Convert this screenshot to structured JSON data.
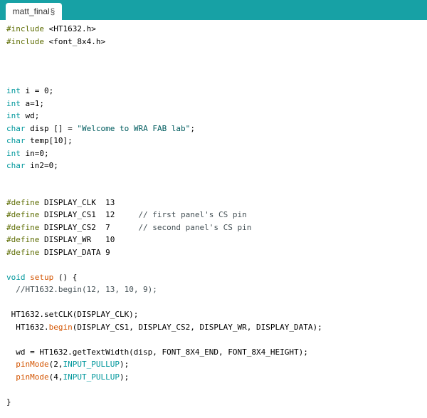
{
  "tab": {
    "name": "matt_final",
    "modified_marker": "§"
  },
  "code": {
    "l1": [
      "#include",
      " <HT1632.h>"
    ],
    "l2": [
      "#include",
      " <font_8x4.h>"
    ],
    "l3": [
      "int",
      " i = 0;"
    ],
    "l4": [
      "int",
      " a=1;"
    ],
    "l5": [
      "int",
      " wd;"
    ],
    "l6": [
      "char",
      " disp [] = ",
      "\"Welcome to WRA FAB lab\"",
      ";"
    ],
    "l7": [
      "char",
      " temp[10];"
    ],
    "l8": [
      "int",
      " in=0;"
    ],
    "l9": [
      "char",
      " in2=0;"
    ],
    "l10": [
      "#define",
      " DISPLAY_CLK  13"
    ],
    "l11": [
      "#define",
      " DISPLAY_CS1  12     ",
      "// first panel's CS pin"
    ],
    "l12": [
      "#define",
      " DISPLAY_CS2  7      ",
      "// second panel's CS pin"
    ],
    "l13": [
      "#define",
      " DISPLAY_WR   10"
    ],
    "l14": [
      "#define",
      " DISPLAY_DATA 9"
    ],
    "l15": [
      "void",
      " ",
      "setup",
      " () {"
    ],
    "l16": [
      "  ",
      "//HT1632.begin(12, 13, 10, 9);"
    ],
    "l17": [
      " HT1632.setCLK(DISPLAY_CLK);"
    ],
    "l18": [
      "  HT1632.",
      "begin",
      "(DISPLAY_CS1, DISPLAY_CS2, DISPLAY_WR, DISPLAY_DATA);"
    ],
    "l19": [
      "  wd = HT1632.getTextWidth(disp, FONT_8X4_END, FONT_8X4_HEIGHT);"
    ],
    "l20": [
      "  ",
      "pinMode",
      "(2,",
      "INPUT_PULLUP",
      ");"
    ],
    "l21": [
      "  ",
      "pinMode",
      "(4,",
      "INPUT_PULLUP",
      ");"
    ],
    "l22": [
      "}"
    ]
  },
  "colors": {
    "tab_bar": "#17a1a5",
    "keyword": "#00979c",
    "preprocessor": "#5e6d03",
    "function": "#d35400",
    "string": "#005c5f",
    "comment": "#434f54"
  }
}
